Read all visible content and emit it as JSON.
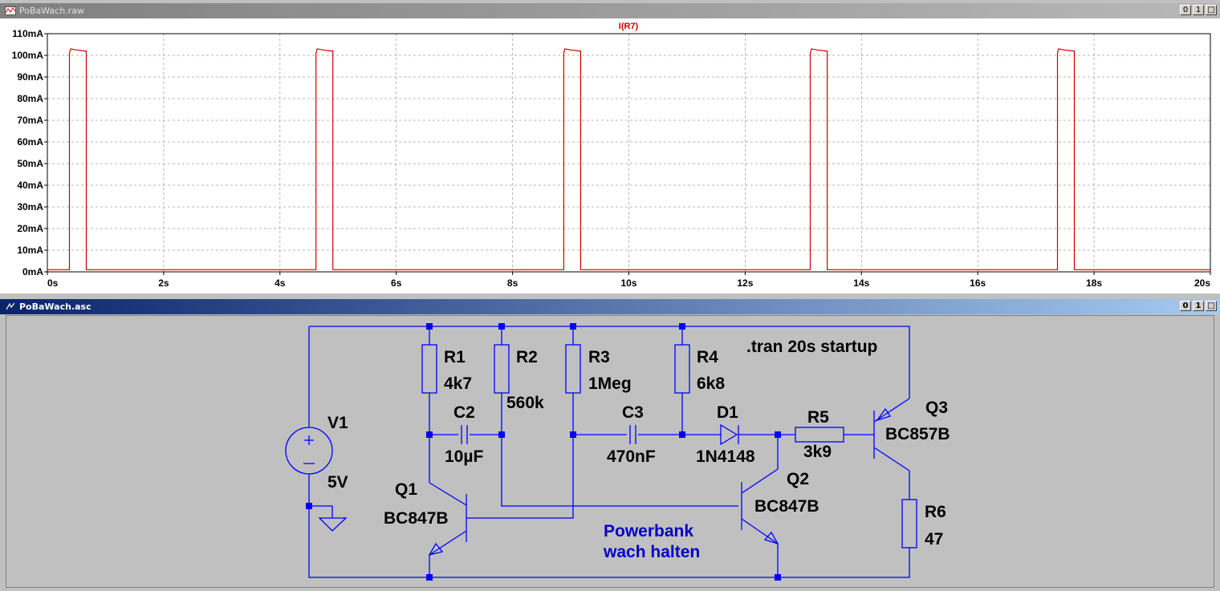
{
  "waveform_window": {
    "title": "PoBaWach.raw",
    "buttons": [
      "0",
      "1",
      "□"
    ]
  },
  "schematic_window": {
    "title": "PoBaWach.asc",
    "buttons": [
      "0",
      "1",
      "□"
    ]
  },
  "chart_data": {
    "type": "line",
    "title": "I(R7)",
    "xlabel": "",
    "ylabel": "",
    "xlim": [
      0,
      20
    ],
    "ylim": [
      0,
      110
    ],
    "x_ticks": [
      "0s",
      "2s",
      "4s",
      "6s",
      "8s",
      "10s",
      "12s",
      "14s",
      "16s",
      "18s",
      "20s"
    ],
    "y_ticks": [
      "0mA",
      "10mA",
      "20mA",
      "30mA",
      "40mA",
      "50mA",
      "60mA",
      "70mA",
      "80mA",
      "90mA",
      "100mA",
      "110mA"
    ],
    "grid": true,
    "color": "#cc0000",
    "series": [
      {
        "x": [
          0,
          0.38,
          0.38,
          0.4,
          0.5,
          0.65,
          0.67,
          0.67,
          4.62,
          4.62,
          4.64,
          4.74,
          4.89,
          4.91,
          4.91,
          8.88,
          8.88,
          8.9,
          9.0,
          9.15,
          9.17,
          9.17,
          13.12,
          13.12,
          13.14,
          13.24,
          13.39,
          13.41,
          13.41,
          17.37,
          17.37,
          17.39,
          17.49,
          17.64,
          17.66,
          17.66,
          20
        ],
        "y": [
          1,
          1,
          101,
          103,
          102.5,
          102,
          102,
          1,
          1,
          101,
          103,
          102.5,
          102,
          102,
          1,
          1,
          101,
          103,
          102.5,
          102,
          102,
          1,
          1,
          101,
          103,
          102.5,
          102,
          102,
          1,
          1,
          101,
          103,
          102.5,
          102,
          102,
          1,
          1
        ]
      }
    ]
  },
  "schematic": {
    "directive": ".tran 20s startup",
    "comment_line1": "Powerbank",
    "comment_line2": "wach halten",
    "colors": {
      "wire": "#0000ff",
      "label": "#000000",
      "comment": "#0000c8"
    },
    "components": {
      "V1": {
        "name": "V1",
        "value": "5V"
      },
      "R1": {
        "name": "R1",
        "value": "4k7"
      },
      "R2": {
        "name": "R2",
        "value": "560k"
      },
      "R3": {
        "name": "R3",
        "value": "1Meg"
      },
      "R4": {
        "name": "R4",
        "value": "6k8"
      },
      "R5": {
        "name": "R5",
        "value": "3k9"
      },
      "R6": {
        "name": "R6",
        "value": "47"
      },
      "C2": {
        "name": "C2",
        "value": "10µF"
      },
      "C3": {
        "name": "C3",
        "value": "470nF"
      },
      "D1": {
        "name": "D1",
        "value": "1N4148"
      },
      "Q1": {
        "name": "Q1",
        "value": "BC847B"
      },
      "Q2": {
        "name": "Q2",
        "value": "BC847B"
      },
      "Q3": {
        "name": "Q3",
        "value": "BC857B"
      }
    }
  }
}
